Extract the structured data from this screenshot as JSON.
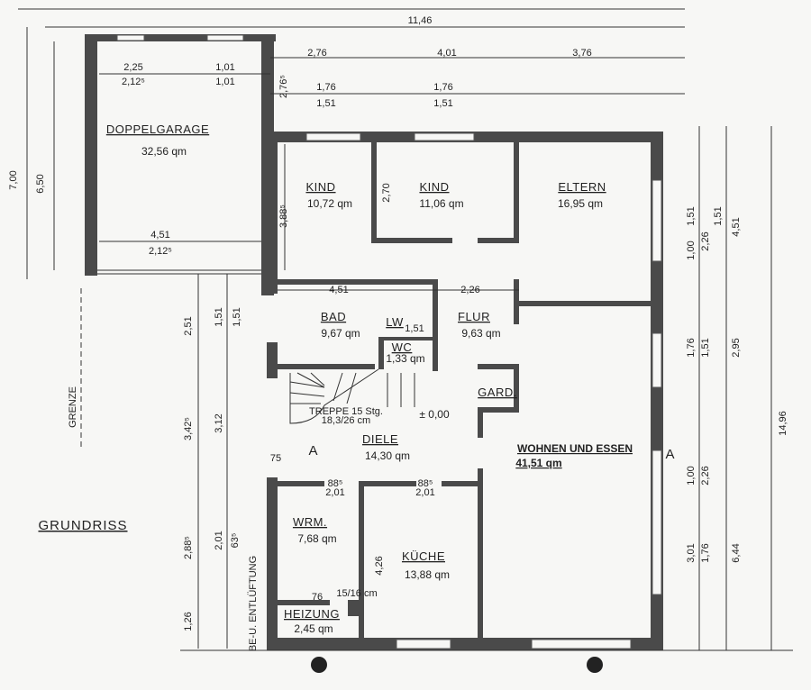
{
  "plan_title": "GRUNDRISS",
  "boundary_label": "GRENZE",
  "rooms": {
    "garage": {
      "name": "DOPPELGARAGE",
      "area": "32,56 qm"
    },
    "kind1": {
      "name": "KIND",
      "area": "10,72 qm"
    },
    "kind2": {
      "name": "KIND",
      "area": "11,06 qm"
    },
    "eltern": {
      "name": "ELTERN",
      "area": "16,95 qm"
    },
    "bad": {
      "name": "BAD",
      "area": "9,67 qm"
    },
    "lw": {
      "name": "LW",
      "area": "1,51"
    },
    "wc": {
      "name": "WC",
      "area": "1,33 qm"
    },
    "flur": {
      "name": "FLUR",
      "area": "9,63 qm"
    },
    "gard": {
      "name": "GARD."
    },
    "diele": {
      "name": "DIELE",
      "area": "14,30 qm"
    },
    "wohnen": {
      "name": "WOHNEN UND ESSEN",
      "area": "41,51 qm"
    },
    "wrm": {
      "name": "WRM.",
      "area": "7,68 qm"
    },
    "kueche": {
      "name": "KÜCHE",
      "area": "13,88 qm"
    },
    "heizung": {
      "name": "HEIZUNG",
      "area": "2,45 qm"
    }
  },
  "stair": {
    "label": "TREPPE 15 Stg.",
    "sub": "18,3/26 cm"
  },
  "level": "± 0,00",
  "section_marker": "A",
  "ventilation_label": "BE-U. ENTLÜFTUNG",
  "dims": {
    "top_total": "11,46",
    "top_a": "2,76",
    "top_b": "4,01",
    "top_c": "3,76",
    "top_d": "1,76",
    "top_e": "1,51",
    "top_f": "1,76",
    "top_g": "1,51",
    "garage_a": "2,25",
    "garage_b": "2,12⁵",
    "garage_c": "1,01",
    "garage_d": "1,01",
    "garage_e": "4,51",
    "garage_f": "2,12⁵",
    "garage_h": "2,76⁵",
    "left_700": "7,00",
    "left_650": "6,50",
    "kind_388": "3,88⁵",
    "kind_270": "2,70",
    "w_451": "4,51",
    "w_226": "2,26",
    "l_251": "2,51",
    "l_151a": "1,51",
    "l_151b": "1,51",
    "l_3425": "3,42⁵",
    "l_312": "3,12",
    "l_2885": "2,88⁵",
    "l_201": "2,01",
    "l_635": "63⁵",
    "l_126": "1,26",
    "k_426": "4,26",
    "r_151a": "1,51",
    "r_151b": "1,51",
    "r_100a": "1,00",
    "r_226a": "2,26",
    "r_451": "4,51",
    "r_176": "1,76",
    "r_151c": "1,51",
    "r_295": "2,95",
    "r_1496": "14,96",
    "r_100b": "1,00",
    "r_226b": "2,26",
    "r_301": "3,01",
    "r_176b": "1,76",
    "r_644": "6,44",
    "d_75": "75",
    "door_885": "88⁵",
    "door_201": "2,01",
    "heiz_76": "76",
    "heiz_1516": "15/16 cm"
  }
}
